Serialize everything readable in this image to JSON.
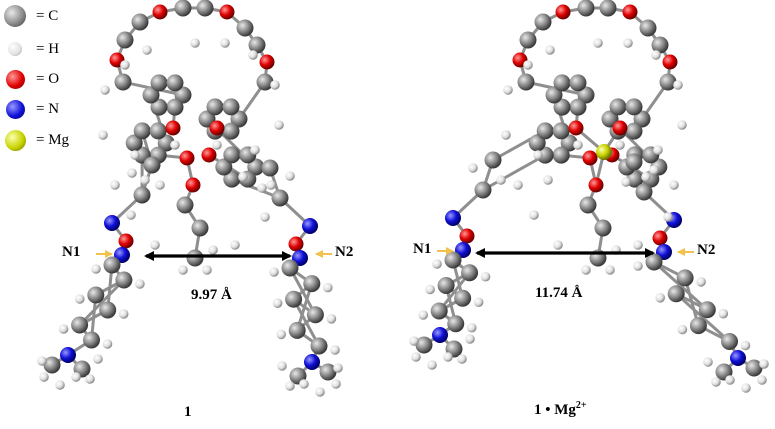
{
  "legend": [
    {
      "element": "C",
      "label": "= C",
      "color": "#8a8a8a"
    },
    {
      "element": "H",
      "label": "= H",
      "color": "#e6e6e6"
    },
    {
      "element": "O",
      "label": "= O",
      "color": "#e00000"
    },
    {
      "element": "N",
      "label": "= N",
      "color": "#1010d8"
    },
    {
      "element": "Mg",
      "label": "= Mg",
      "color": "#c8d400"
    }
  ],
  "left_molecule": {
    "n1_label": "N1",
    "n2_label": "N2",
    "distance_label": "9.97 Å",
    "caption": "1"
  },
  "right_molecule": {
    "n1_label": "N1",
    "n2_label": "N2",
    "distance_label": "11.74 Å",
    "caption_main": "1 • Mg",
    "caption_sup": "2+"
  },
  "colors": {
    "carbon": "#8a8a8a",
    "hydrogen": "#e6e6e6",
    "oxygen": "#e00000",
    "nitrogen": "#1010d8",
    "magnesium": "#c8d400",
    "arrow_yellow": "#f2c14e",
    "bond": "#9a9a9a"
  }
}
